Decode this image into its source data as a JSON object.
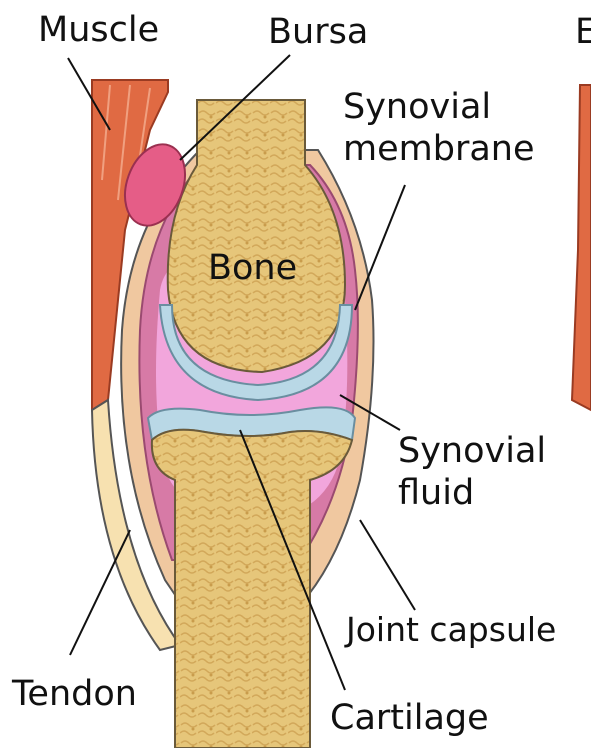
{
  "labels": {
    "muscle": "Muscle",
    "bursa": "Bursa",
    "synovial_membrane_1": "Synovial",
    "synovial_membrane_2": "membrane",
    "bone": "Bone",
    "synovial_fluid_1": "Synovial",
    "synovial_fluid_2": "fluid",
    "joint_capsule": "Joint capsule",
    "tendon": "Tendon",
    "cartilage": "Cartilage",
    "cut_off_letter": "E"
  },
  "colors": {
    "bone": "#e6c67a",
    "bone_pattern": "#d2a85a",
    "cartilage": "#b9d8e6",
    "synovial_fluid": "#f2a6dc",
    "synovial_membrane": "#d77aa6",
    "capsule": "#f0c8a0",
    "muscle": "#e06a43",
    "bursa": "#e55d87",
    "tendon": "#f7e1b0",
    "outline": "#444444"
  }
}
